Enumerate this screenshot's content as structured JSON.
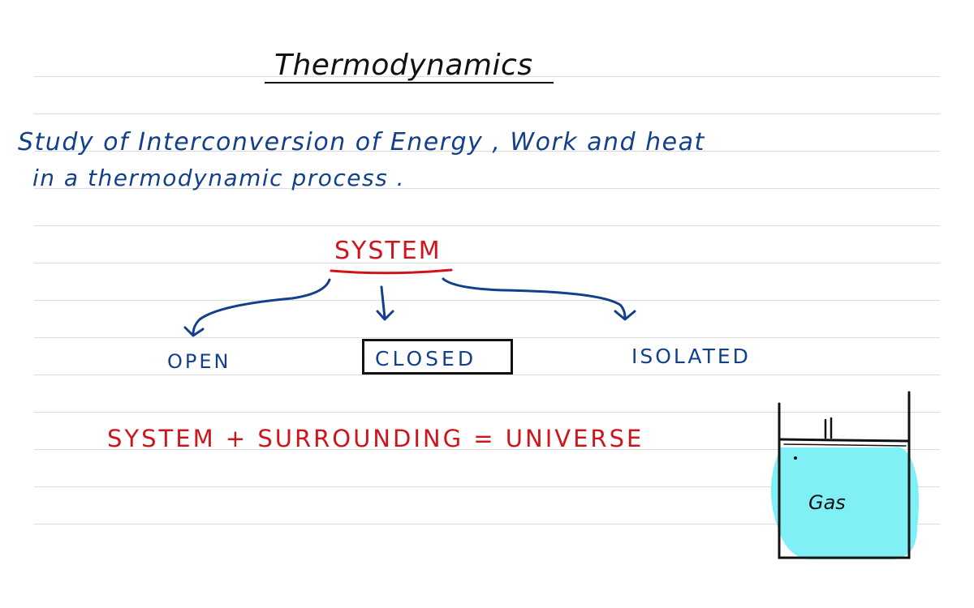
{
  "title": "Thermodynamics",
  "definition": {
    "line1": "Study of Interconversion of Energy , Work and heat",
    "line2": "in a thermodynamic process ."
  },
  "system": {
    "heading": "SYSTEM",
    "types": [
      "OPEN",
      "CLOSED",
      "ISOLATED"
    ]
  },
  "equation": "SYSTEM + SURROUNDING = UNIVERSE",
  "container": {
    "label": "Gas",
    "fill_color": "#7ff1f6"
  },
  "colors": {
    "blue_ink": "#13408a",
    "red_ink": "#d0141c",
    "black_ink": "#111111",
    "rule_line": "#dcdcdc"
  }
}
